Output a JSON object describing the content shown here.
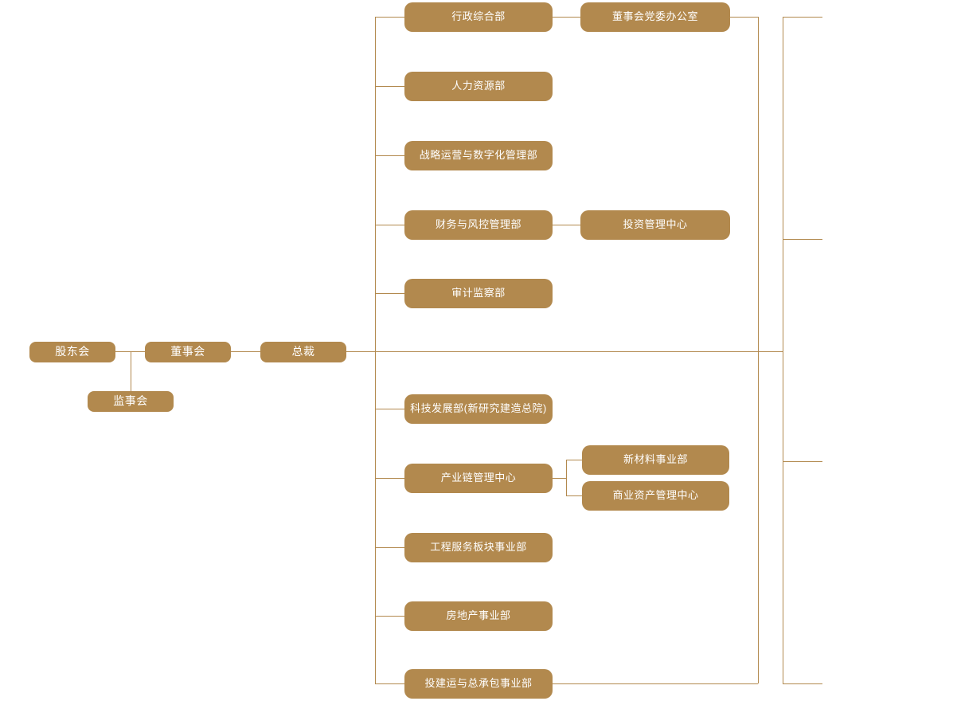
{
  "diagram": {
    "type": "org-chart",
    "governance": {
      "shareholders_meeting": "股东会",
      "board_of_directors": "董事会",
      "president": "总裁",
      "supervisory_board": "监事会"
    },
    "departments": [
      "行政综合部",
      "人力资源部",
      "战略运营与数字化管理部",
      "财务与风控管理部",
      "审计监察部",
      "科技发展部(新研究建造总院)",
      "产业链管理中心",
      "工程服务板块事业部",
      "房地产事业部",
      "投建运与总承包事业部"
    ],
    "affiliated_units": {
      "board_party_committee_office": "董事会党委办公室",
      "investment_management_center": "投资管理中心",
      "new_materials_division": "新材料事业部",
      "commercial_asset_management_center": "商业资产管理中心"
    },
    "colors": {
      "node_fill": "#b2894e",
      "connector_line": "#b2894e",
      "node_text": "#ffffff",
      "background": "#ffffff"
    }
  }
}
